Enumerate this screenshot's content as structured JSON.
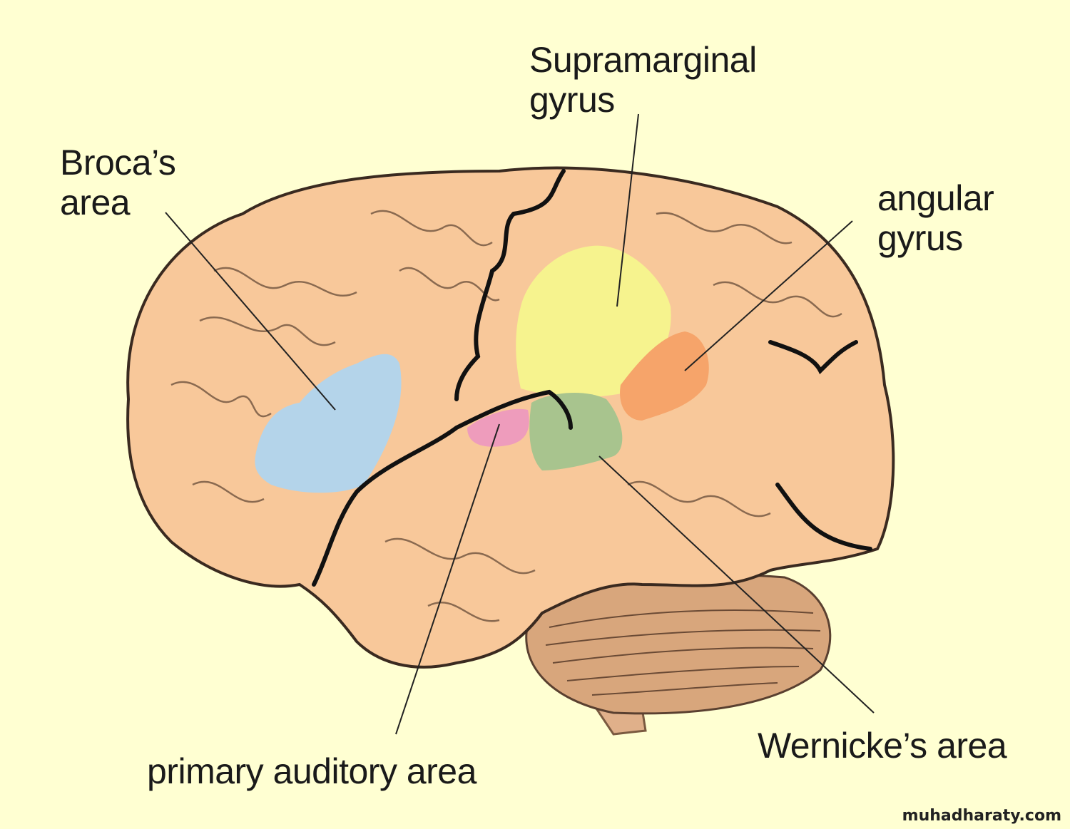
{
  "labels": {
    "supramarginal": [
      "Supramarginal",
      "gyrus"
    ],
    "broca": [
      "Broca’s",
      "area"
    ],
    "angular": [
      "angular",
      "gyrus"
    ],
    "wernicke": "Wernicke’s area",
    "auditory": "primary auditory area"
  },
  "watermark": "muhadharaty.com",
  "colors": {
    "background": "#ffffd2",
    "brain": "#f8c89a",
    "broca": "#b4d4ea",
    "supramarginal": "#f6f38e",
    "angular": "#f6a46a",
    "wernicke": "#a8c48e",
    "auditory": "#ee9cbc",
    "cerebellum": "#d8a67c"
  }
}
